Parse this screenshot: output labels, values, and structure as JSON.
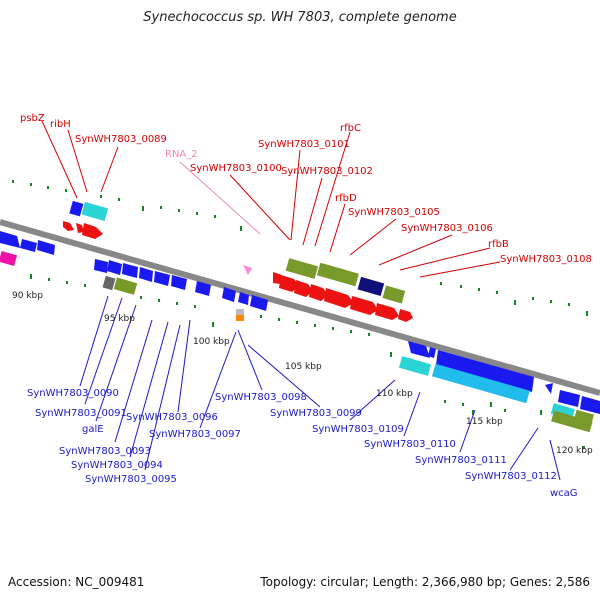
{
  "title": "Synechococcus sp. WH 7803, complete genome",
  "footer": {
    "accession": "Accession: NC_009481",
    "summary": "Topology: circular; Length: 2,366,980 bp; Genes: 2,586"
  },
  "colors": {
    "backbone": "#888888",
    "label_top": "#d40000",
    "label_rna": "#ee88aa",
    "label_bottom": "#1a1acc",
    "gene_blue": "#1a1af0",
    "gene_red": "#ee1111",
    "gene_cyan": "#2ad4d4",
    "gene_sky": "#22bbee",
    "gene_olive": "#779a2a",
    "gene_navy": "#10107a",
    "gene_magenta": "#ee11aa",
    "gene_pink": "#ff88dd",
    "gene_grey": "#666666",
    "gene_orange": "#ff8800",
    "tick_green": "#118822"
  },
  "scale_labels": [
    "90 kbp",
    "95 kbp",
    "100 kbp",
    "105 kbp",
    "110 kbp",
    "115 kbp",
    "120 kbp"
  ],
  "top_labels": [
    {
      "text": "psbZ",
      "kind": "cds"
    },
    {
      "text": "ribH",
      "kind": "cds"
    },
    {
      "text": "SynWH7803_0089",
      "kind": "cds"
    },
    {
      "text": "RNA_2",
      "kind": "rna"
    },
    {
      "text": "SynWH7803_0100",
      "kind": "cds"
    },
    {
      "text": "SynWH7803_0101",
      "kind": "cds"
    },
    {
      "text": "rfbC",
      "kind": "cds"
    },
    {
      "text": "SynWH7803_0102",
      "kind": "cds"
    },
    {
      "text": "rfbD",
      "kind": "cds"
    },
    {
      "text": "SynWH7803_0105",
      "kind": "cds"
    },
    {
      "text": "SynWH7803_0106",
      "kind": "cds"
    },
    {
      "text": "rfbB",
      "kind": "cds"
    },
    {
      "text": "SynWH7803_0108",
      "kind": "cds"
    }
  ],
  "bottom_labels": [
    {
      "text": "SynWH7803_0090"
    },
    {
      "text": "SynWH7803_0091"
    },
    {
      "text": "galE"
    },
    {
      "text": "SynWH7803_0093"
    },
    {
      "text": "SynWH7803_0094"
    },
    {
      "text": "SynWH7803_0095"
    },
    {
      "text": "SynWH7803_0096"
    },
    {
      "text": "SynWH7803_0097"
    },
    {
      "text": "SynWH7803_0098"
    },
    {
      "text": "SynWH7803_0099"
    },
    {
      "text": "SynWH7803_0109"
    },
    {
      "text": "SynWH7803_0110"
    },
    {
      "text": "SynWH7803_0111"
    },
    {
      "text": "SynWH7803_0112"
    },
    {
      "text": "wcaG"
    }
  ]
}
